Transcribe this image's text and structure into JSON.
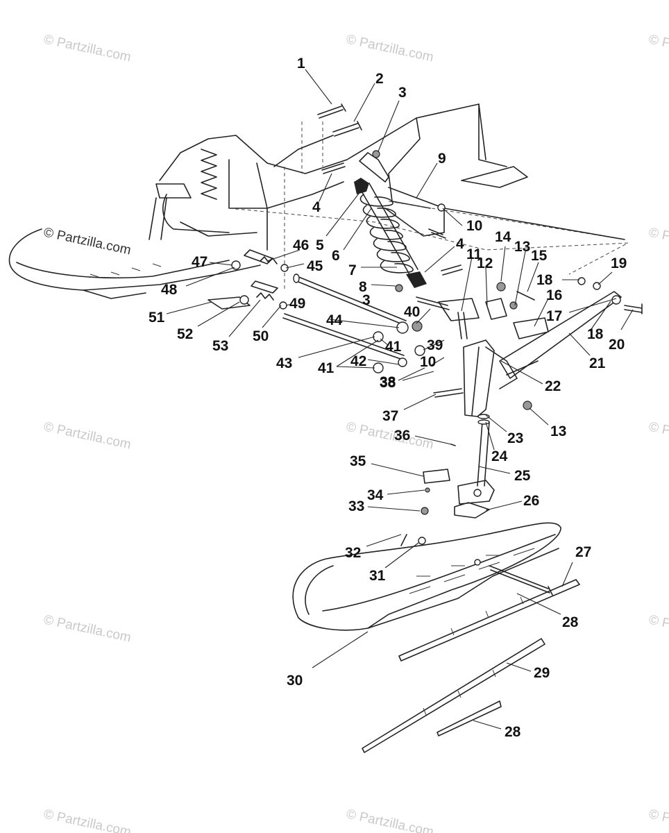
{
  "watermark": "© Partzilla.com",
  "callouts": [
    "1",
    "2",
    "3",
    "4",
    "5",
    "6",
    "7",
    "8",
    "3",
    "9",
    "10",
    "4",
    "11",
    "12",
    "14",
    "13",
    "15",
    "18",
    "19",
    "16",
    "17",
    "18",
    "20",
    "21",
    "22",
    "13",
    "23",
    "24",
    "25",
    "26",
    "27",
    "28",
    "29",
    "28",
    "30",
    "31",
    "32",
    "33",
    "34",
    "35",
    "36",
    "37",
    "38",
    "10",
    "39",
    "40",
    "41",
    "42",
    "41",
    "43",
    "44",
    "38",
    "45",
    "46",
    "47",
    "48",
    "49",
    "50",
    "51",
    "52",
    "53"
  ],
  "colors": {
    "line": "#222222",
    "watermark": "#c9c9c9",
    "background": "#ffffff"
  }
}
